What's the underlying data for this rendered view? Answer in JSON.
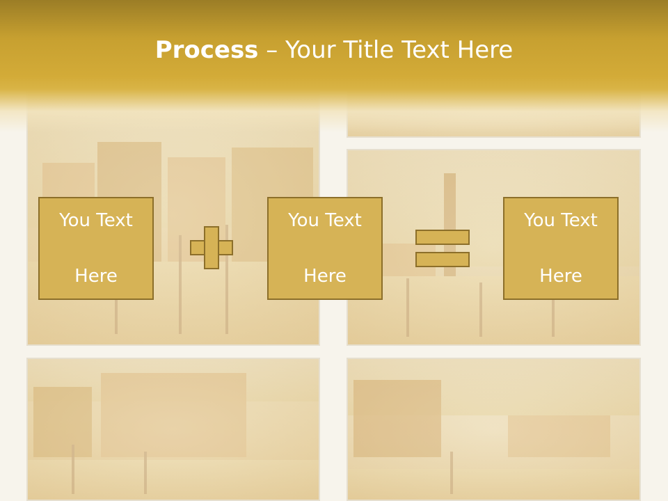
{
  "slide": {
    "title_bold": "Process",
    "title_rest": " – Your Title Text Here"
  },
  "boxes": [
    {
      "line1": "You Text",
      "line2": "Here"
    },
    {
      "line1": "You Text",
      "line2": "Here"
    },
    {
      "line1": "You Text",
      "line2": "Here"
    }
  ],
  "operators": [
    "plus-icon",
    "equals-icon"
  ],
  "colors": {
    "header_gold": "#c7a030",
    "box_fill": "#d6b356",
    "box_border": "#8c6f2a",
    "text": "#ffffff"
  }
}
